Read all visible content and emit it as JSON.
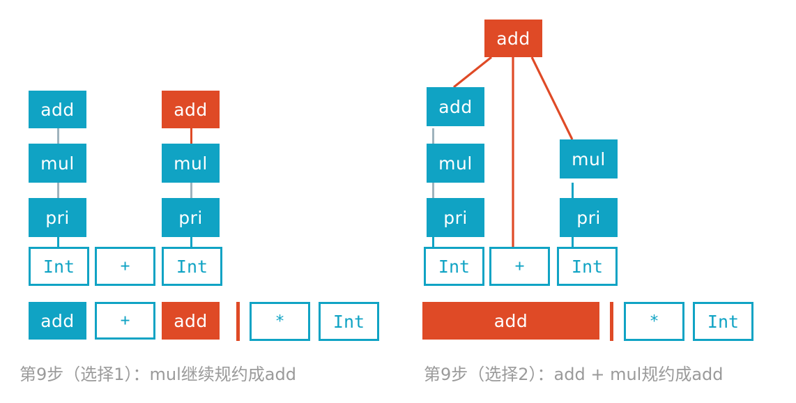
{
  "figure": {
    "title": "LR parsing reduction step illustration",
    "colors": {
      "teal": "#10a3c4",
      "orange": "#df4a26",
      "edge_gray": "#9fb3bd",
      "caption_gray": "#9a9a9a",
      "background": "#ffffff"
    }
  },
  "panels": [
    {
      "id": "left",
      "caption": "第9步（选择1）：mul继续规约成add",
      "trees": [
        {
          "id": "left-tree-1",
          "nodes": [
            {
              "label": "add",
              "style": "teal"
            },
            {
              "label": "mul",
              "style": "teal"
            },
            {
              "label": "pri",
              "style": "teal"
            },
            {
              "label": "Int",
              "style": "outline"
            }
          ]
        },
        {
          "id": "left-tree-2",
          "nodes": [
            {
              "label": "+",
              "style": "outline"
            }
          ]
        },
        {
          "id": "left-tree-3",
          "nodes": [
            {
              "label": "add",
              "style": "orange"
            },
            {
              "label": "mul",
              "style": "teal"
            },
            {
              "label": "pri",
              "style": "teal"
            },
            {
              "label": "Int",
              "style": "outline"
            }
          ]
        }
      ],
      "stack_row": [
        {
          "label": "add",
          "style": "teal"
        },
        {
          "label": "+",
          "style": "outline"
        },
        {
          "label": "add",
          "style": "orange"
        },
        {
          "label": "|",
          "style": "separator"
        },
        {
          "label": "*",
          "style": "outline"
        },
        {
          "label": "Int",
          "style": "outline"
        }
      ]
    },
    {
      "id": "right",
      "caption": "第9步（选择2）：add + mul规约成add",
      "root": {
        "label": "add",
        "style": "orange"
      },
      "trees": [
        {
          "id": "right-tree-1",
          "nodes": [
            {
              "label": "add",
              "style": "teal"
            },
            {
              "label": "mul",
              "style": "teal"
            },
            {
              "label": "pri",
              "style": "teal"
            },
            {
              "label": "Int",
              "style": "outline"
            }
          ]
        },
        {
          "id": "right-tree-2",
          "nodes": [
            {
              "label": "+",
              "style": "outline"
            }
          ]
        },
        {
          "id": "right-tree-3",
          "nodes": [
            {
              "label": "mul",
              "style": "teal"
            },
            {
              "label": "pri",
              "style": "teal"
            },
            {
              "label": "Int",
              "style": "outline"
            }
          ]
        }
      ],
      "stack_row": [
        {
          "label": "add",
          "style": "orange-wide"
        },
        {
          "label": "|",
          "style": "separator"
        },
        {
          "label": "*",
          "style": "outline"
        },
        {
          "label": "Int",
          "style": "outline"
        }
      ]
    }
  ]
}
